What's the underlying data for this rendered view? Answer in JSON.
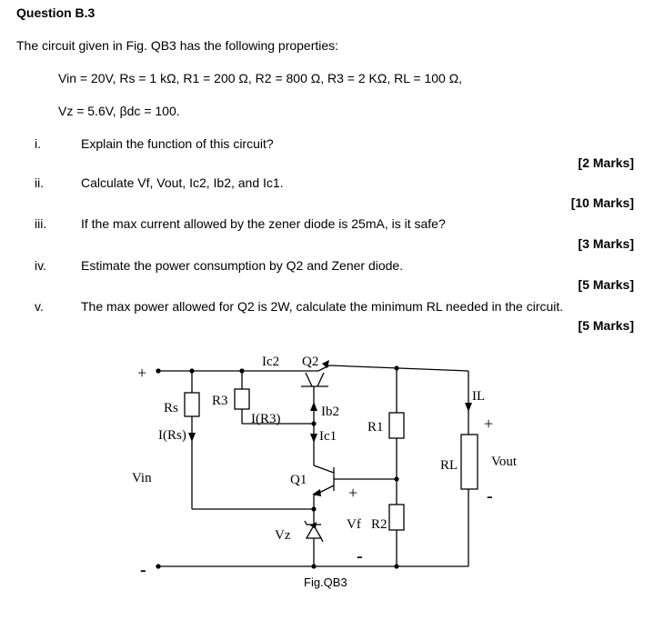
{
  "heading": "Question B.3",
  "intro": "The circuit given in Fig. QB3 has the following properties:",
  "properties": [
    "Vin = 20V, Rs = 1 kΩ, R1 = 200 Ω, R2 = 800 Ω, R3 = 2 KΩ, RL = 100 Ω,",
    "Vz = 5.6V, βdc = 100."
  ],
  "questions": [
    {
      "num": "i.",
      "text": "Explain the function of this circuit?",
      "marks": "[2 Marks]"
    },
    {
      "num": "ii.",
      "text": "Calculate Vf, Vout, Ic2, Ib2, and Ic1.",
      "marks": "[10 Marks]"
    },
    {
      "num": "iii.",
      "text": "If the max current allowed by the zener diode is 25mA, is it safe?",
      "marks": "[3 Marks]"
    },
    {
      "num": "iv.",
      "text": "Estimate the power consumption by Q2 and Zener diode.",
      "marks": "[5 Marks]"
    },
    {
      "num": "v.",
      "text": "The max power allowed for Q2 is 2W, calculate the minimum RL needed in the circuit.",
      "marks": "[5 Marks]"
    }
  ],
  "circuit": {
    "plus_in": "+",
    "minus_in": "-",
    "vin": "Vin",
    "rs": "Rs",
    "irs": "I(Rs)",
    "r3": "R3",
    "ir3": "I(R3)",
    "ic2": "Ic2",
    "q2": "Q2",
    "ib2": "Ib2",
    "ic1": "Ic1",
    "r1": "R1",
    "q1": "Q1",
    "vz": "Vz",
    "vf": "Vf",
    "r2": "R2",
    "vf_plus": "+",
    "vf_minus": "-",
    "il": "IL",
    "rl": "RL",
    "vout": "Vout",
    "vout_plus": "+",
    "vout_minus": "-"
  },
  "caption": "Fig.QB3"
}
